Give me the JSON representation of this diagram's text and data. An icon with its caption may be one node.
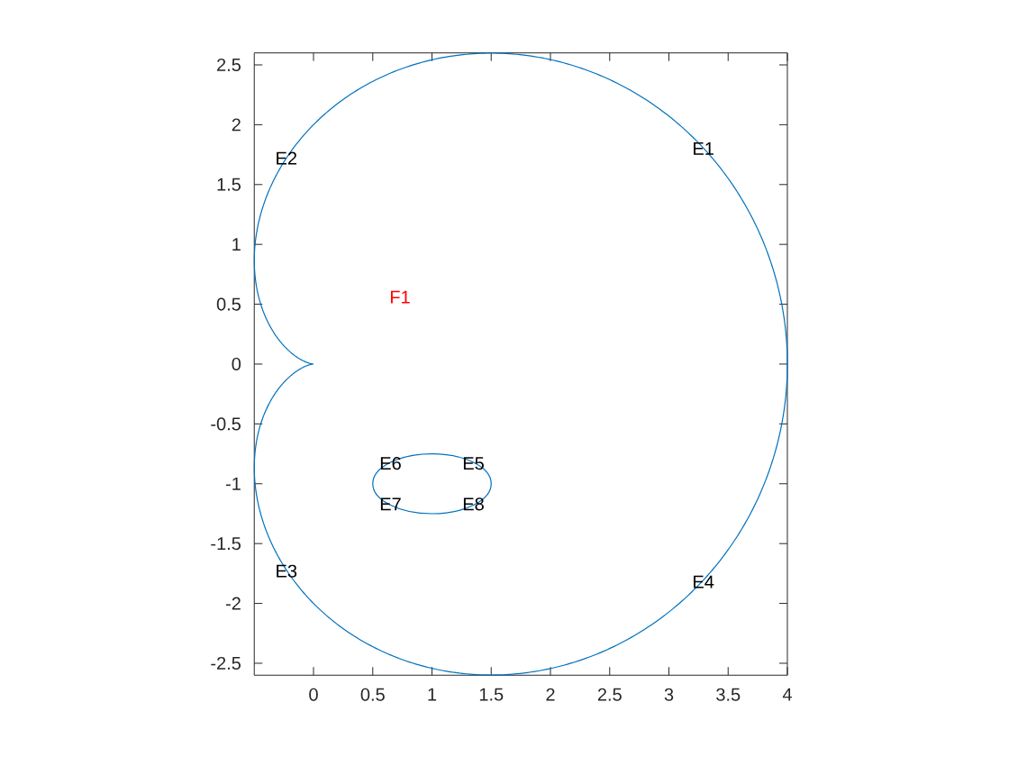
{
  "diagram": {
    "labels": [
      "2.5",
      "2",
      "1.5",
      "1",
      "0.5",
      "0",
      "-0.5",
      "-1",
      "-1.5",
      "-2",
      "-2.5",
      "E2",
      "E1",
      "F1",
      "E6",
      "E5",
      "E7",
      "E8",
      "E3",
      "E4",
      "0",
      "0.5",
      "1",
      "1.5",
      "2",
      "2.5",
      "3",
      "3.5",
      "4"
    ]
  }
}
